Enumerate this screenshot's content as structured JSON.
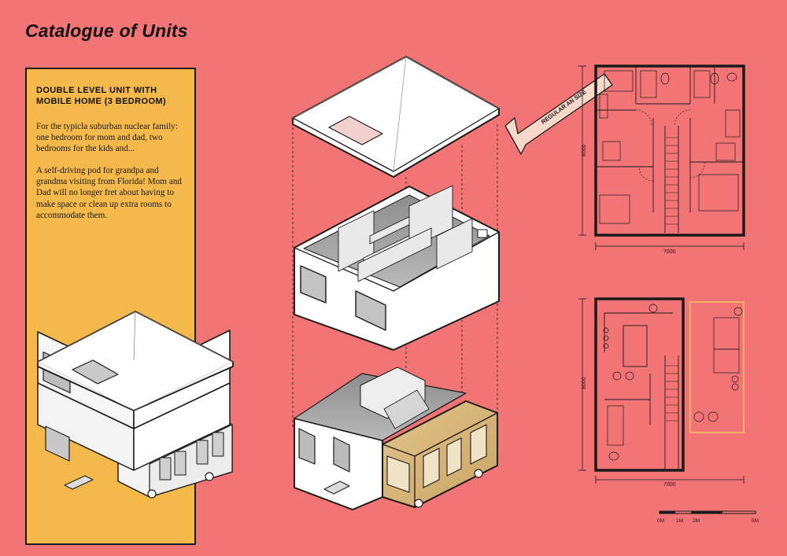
{
  "page": {
    "title": "Catalogue of Units"
  },
  "panel": {
    "heading": "DOUBLE LEVEL UNIT WITH MOBILE HOME (3 BEDROOM)",
    "paragraph_1": "For the typicla suburban nuclear family: one bedroom for mom and dad, two bedrooms for the kids and...",
    "paragraph_2": "A self-driving pod for grandpa and grandma visiting from Florida! Mom and Dad will no longer fret about having to make space or clean up extra rooms to accommodate them."
  },
  "annotation": {
    "arrow_label": "REGULAR AN SIZE"
  },
  "plans": {
    "upper": {
      "width_label": "7000",
      "depth_label": "8000"
    },
    "lower": {
      "width_label": "7000",
      "depth_label": "8000"
    }
  },
  "scale_bar": {
    "labels": [
      "0M",
      "1M",
      "2M",
      "5M"
    ]
  },
  "colors": {
    "background": "#f27474",
    "panel": "#f5b84a",
    "pod_wood": "#d9b778",
    "pod_outline": "#f7c36a"
  }
}
